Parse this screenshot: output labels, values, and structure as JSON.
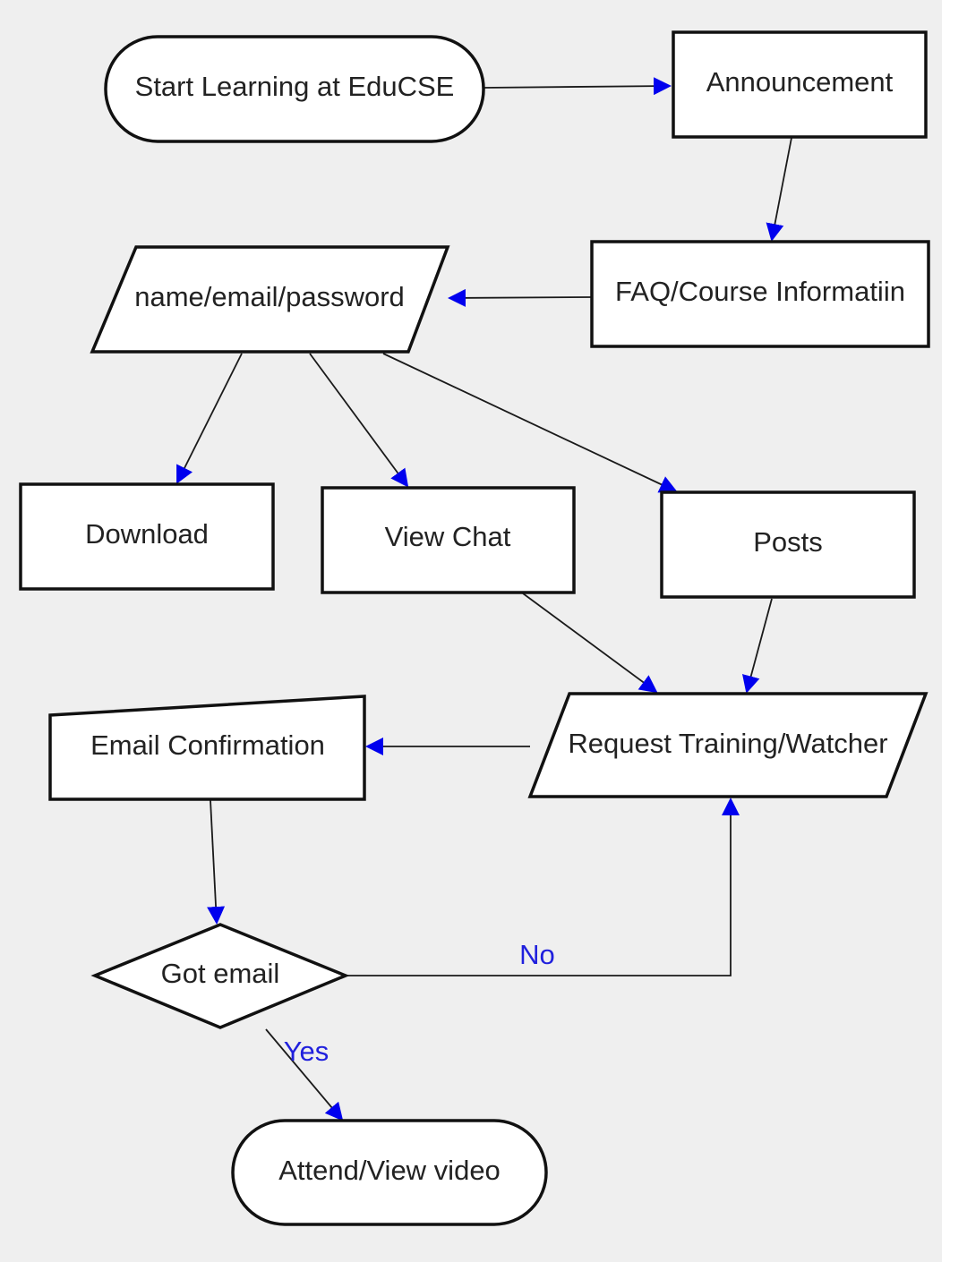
{
  "colors": {
    "background": "#efefef",
    "node_fill": "#ffffff",
    "node_stroke": "#111111",
    "edge_line": "#1a1a1a",
    "arrowhead": "#0000ee",
    "edge_label": "#2020dd"
  },
  "nodes": {
    "start": {
      "label": "Start Learning at EduCSE",
      "shape": "terminator"
    },
    "announcement": {
      "label": "Announcement",
      "shape": "rectangle"
    },
    "faq": {
      "label": "FAQ/Course Informatiin",
      "shape": "rectangle"
    },
    "credentials": {
      "label": "name/email/password",
      "shape": "parallelogram"
    },
    "download": {
      "label": "Download",
      "shape": "rectangle"
    },
    "view_chat": {
      "label": "View Chat",
      "shape": "rectangle"
    },
    "posts": {
      "label": "Posts",
      "shape": "rectangle"
    },
    "request": {
      "label": "Request Training/Watcher",
      "shape": "parallelogram"
    },
    "email_confirmation": {
      "label": "Email Confirmation",
      "shape": "manual-input"
    },
    "got_email": {
      "label": "Got email",
      "shape": "decision"
    },
    "attend": {
      "label": "Attend/View video",
      "shape": "terminator"
    }
  },
  "edges": [
    {
      "from": "start",
      "to": "announcement",
      "label": ""
    },
    {
      "from": "announcement",
      "to": "faq",
      "label": ""
    },
    {
      "from": "faq",
      "to": "credentials",
      "label": ""
    },
    {
      "from": "credentials",
      "to": "download",
      "label": ""
    },
    {
      "from": "credentials",
      "to": "view_chat",
      "label": ""
    },
    {
      "from": "credentials",
      "to": "posts",
      "label": ""
    },
    {
      "from": "view_chat",
      "to": "request",
      "label": ""
    },
    {
      "from": "posts",
      "to": "request",
      "label": ""
    },
    {
      "from": "request",
      "to": "email_confirmation",
      "label": ""
    },
    {
      "from": "email_confirmation",
      "to": "got_email",
      "label": ""
    },
    {
      "from": "got_email",
      "to": "request",
      "label": "No"
    },
    {
      "from": "got_email",
      "to": "attend",
      "label": "Yes"
    }
  ]
}
